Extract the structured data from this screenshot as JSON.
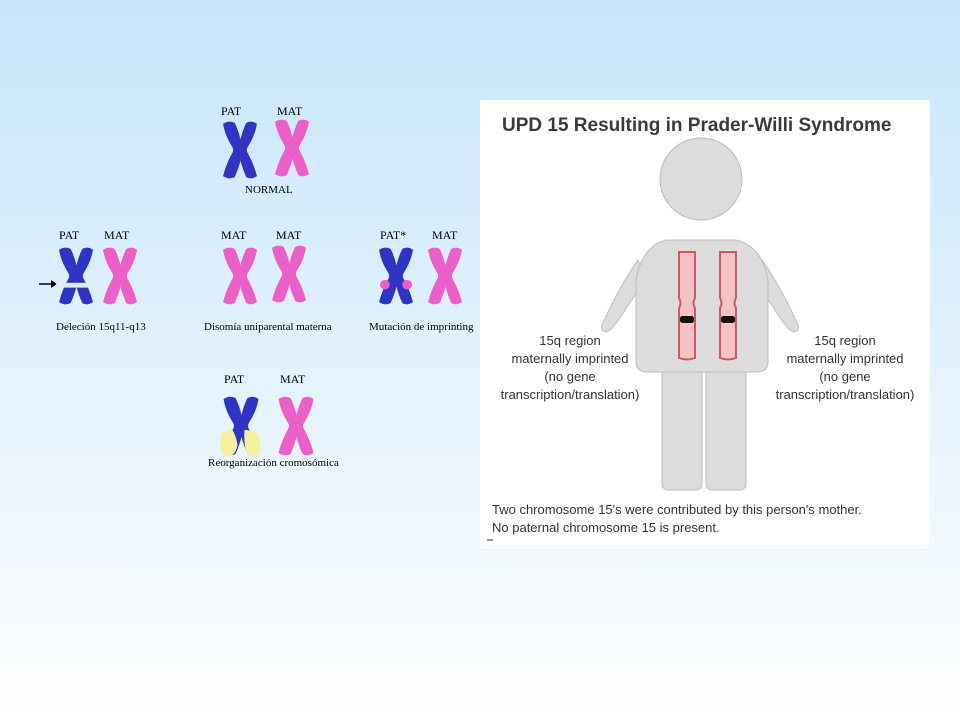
{
  "colors": {
    "paternal": "#2f34c4",
    "maternal": "#ec5fc9",
    "rearranged": "#f5f09a",
    "body_gray": "#dcdcdc",
    "chromosome_fill": "#f4c2c2",
    "chromosome_stroke": "#cc5a66"
  },
  "karyotypes": {
    "normal": {
      "label_pat": "PAT",
      "label_mat": "MAT",
      "caption": "NORMAL"
    },
    "deletion": {
      "label_pat": "PAT",
      "label_mat": "MAT",
      "caption": "Deleción 15q11-q13",
      "arrow_icon": "arrow-right-icon"
    },
    "disomy": {
      "label_mat1": "MAT",
      "label_mat2": "MAT",
      "caption": "Disomía uniparental materna"
    },
    "imprinting": {
      "label_pat": "PAT*",
      "label_mat": "MAT",
      "caption": "Mutación de imprinting"
    },
    "rearrangement": {
      "label_pat": "PAT",
      "label_mat": "MAT",
      "caption": "Reorganización cromosómica"
    }
  },
  "upd": {
    "title": "UPD 15 Resulting in Prader-Willi Syndrome",
    "left_note": [
      "15q region",
      "maternally imprinted",
      "(no gene",
      "transcription/translation)"
    ],
    "right_note": [
      "15q region",
      "maternally imprinted",
      "(no gene",
      "transcription/translation)"
    ],
    "bottom_lines": [
      "Two chromosome 15's were contributed by this person's mother.",
      "No paternal chromosome 15 is present."
    ]
  }
}
